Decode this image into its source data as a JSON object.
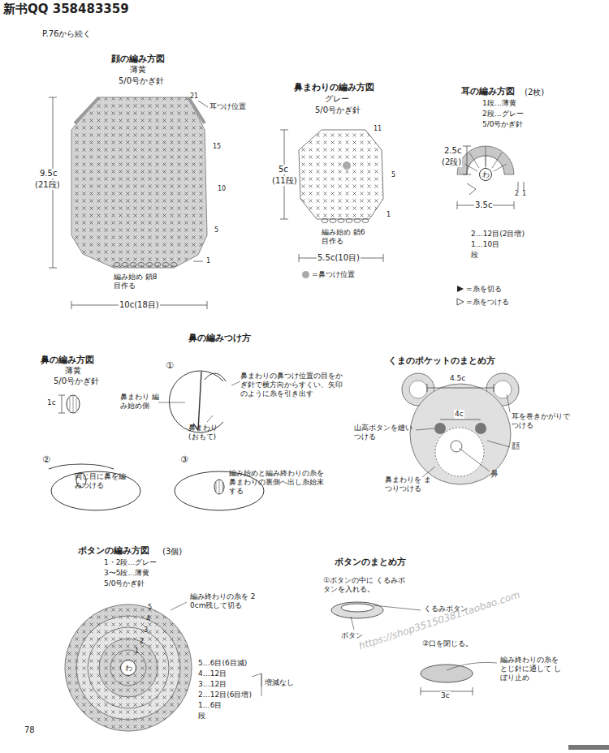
{
  "diagram": {
    "nodes": [
      {
        "text": [
          "わ"
        ]
      },
      {
        "text": [
          "わ"
        ]
      }
    ],
    "labels": [
      "新书QQ 358483359",
      "P.76から続く",
      "顔の編み方図",
      "薄黄",
      "5/0号かぎ針",
      "21",
      "耳つけ位置",
      "15",
      "10",
      "5",
      "1",
      "9.5c",
      "(21段)",
      "編み始め 鎖8目作る",
      "10c(18目)",
      "鼻まわりの編み方図",
      "グレー",
      "5/0号かぎ針",
      "11",
      "5",
      "1",
      "5c",
      "(11段)",
      "編み始め 鎖6目作る",
      "5.5c(10目)",
      "耳の編み方図",
      "(2枚)",
      "1段…薄黄",
      "2段…グレー",
      "5/0号かぎ針",
      "2.5c",
      "(2段)",
      "2",
      "1",
      "3.5c",
      "2…12目(2目増)",
      "1…10目",
      "段",
      "鼻の編みつけ方",
      "鼻の編み方図",
      "薄黄",
      "5/0号かぎ針",
      "1c",
      "①",
      "鼻まわり 編み始め側",
      "鼻まわり (おもて)",
      "鼻まわりの鼻つけ位置の目をかぎ針で横方向からすくい、矢印のように糸を引き出す",
      "②",
      "同じ目に鼻を編みつける",
      "③",
      "編み始めと編み終わりの糸を鼻まわりの裏側へ出し糸始末する",
      "くまのポケットのまとめ方",
      "4.5c",
      "4c",
      "耳を巻きかがりでつける",
      "山高ボタンを縫いつける",
      "顔",
      "鼻まわりを まつりつける",
      "鼻",
      "ボタンの編み方図",
      "(3個)",
      "1・2段…グレー",
      "3〜5段…薄黄",
      "5/0号かぎ針",
      "編み終わりの糸を 20cm残して切る",
      "5",
      "4",
      "3",
      "2",
      "1",
      "5…6目(6目減)",
      "4…12目",
      "増減なし",
      "3…12目",
      "2…12目(6目増)",
      "1…6目",
      "段",
      "ボタンのまとめ方",
      "①ボタンの中に くるみボタンを入れる。",
      "くるみボタン",
      "ボタン",
      "②口を閉じる。",
      "編み終わりの糸を とじ針に通して しぼり止め",
      "3c",
      "https://shop35150381.taobao.com",
      "78"
    ],
    "legend": [
      {
        "text": "=鼻つけ位置",
        "color": "#aaaaaa"
      },
      {
        "text": "=糸を切る"
      },
      {
        "text": "=糸をつける"
      }
    ]
  }
}
